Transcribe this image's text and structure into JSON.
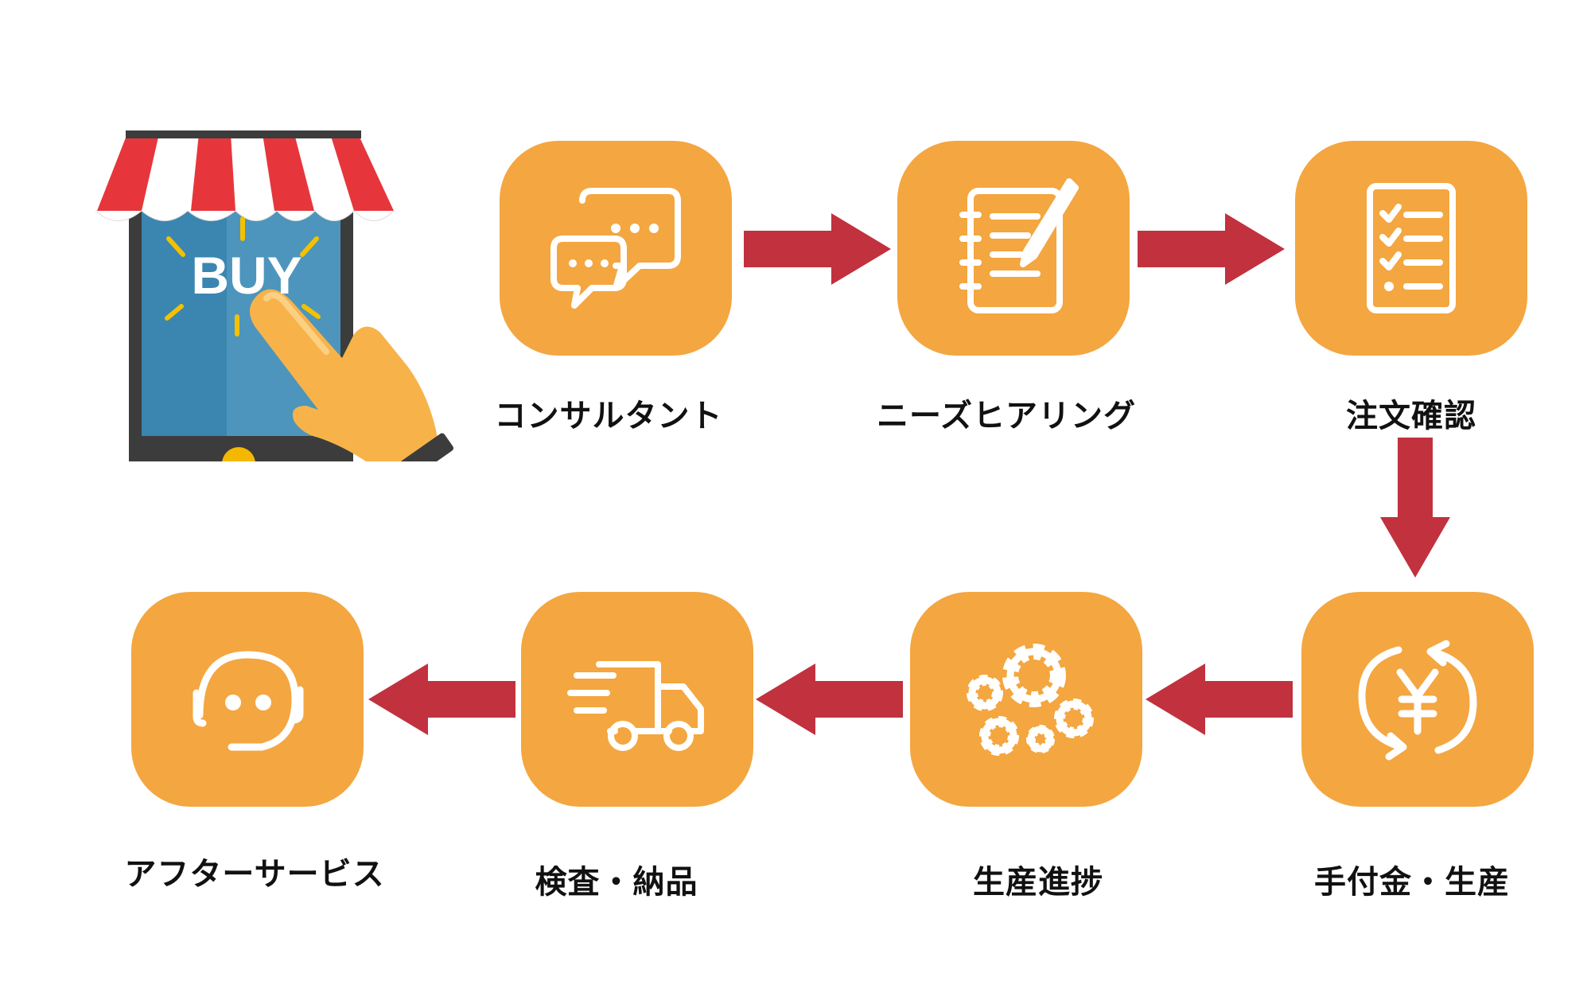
{
  "hero": {
    "button_text": "BUY"
  },
  "steps": [
    {
      "label": "コンサルタント",
      "icon": "chat-bubbles-icon"
    },
    {
      "label": "ニーズヒアリング",
      "icon": "notebook-pen-icon"
    },
    {
      "label": "注文確認",
      "icon": "checklist-icon"
    },
    {
      "label": "手付金・生産",
      "icon": "yen-cycle-icon"
    },
    {
      "label": "生産進捗",
      "icon": "gears-icon"
    },
    {
      "label": "検査・納品",
      "icon": "delivery-truck-icon"
    },
    {
      "label": "アフターサービス",
      "icon": "headset-support-icon"
    }
  ],
  "colors": {
    "box": "#f4a640",
    "arrow": "#c1313e",
    "text": "#111111"
  }
}
